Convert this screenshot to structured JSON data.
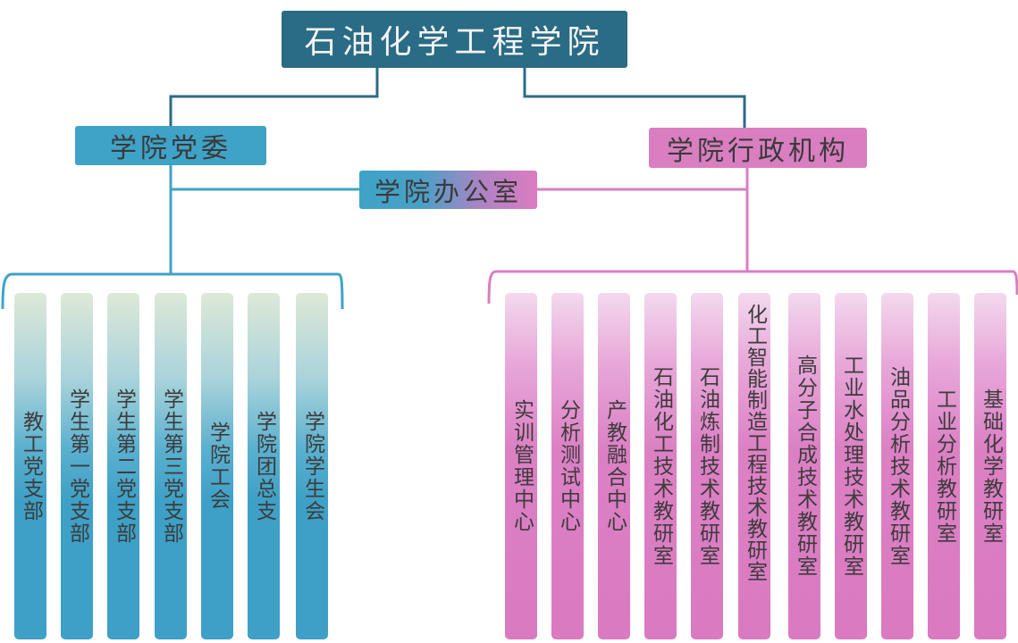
{
  "title": "石油化学工程学院",
  "party_committee": {
    "label": "学院党委",
    "units": [
      "教工党支部",
      "学生第一党支部",
      "学生第二党支部",
      "学生第三党支部",
      "学院工会",
      "学院团总支",
      "学院学生会"
    ]
  },
  "office": {
    "label": "学院办公室"
  },
  "administration": {
    "label": "学院行政机构",
    "units": [
      "实训管理中心",
      "分析测试中心",
      "产教融合中心",
      "石油化工技术教研室",
      "石油炼制技术教研室",
      "化工智能制造工程技术教研室",
      "高分子合成技术教研室",
      "工业水处理技术教研室",
      "油品分析技术教研室",
      "工业分析教研室",
      "基础化学教研室"
    ]
  },
  "colors": {
    "root": "#2a6b85",
    "party": "#3ea3c7",
    "admin": "#d97ec0"
  }
}
